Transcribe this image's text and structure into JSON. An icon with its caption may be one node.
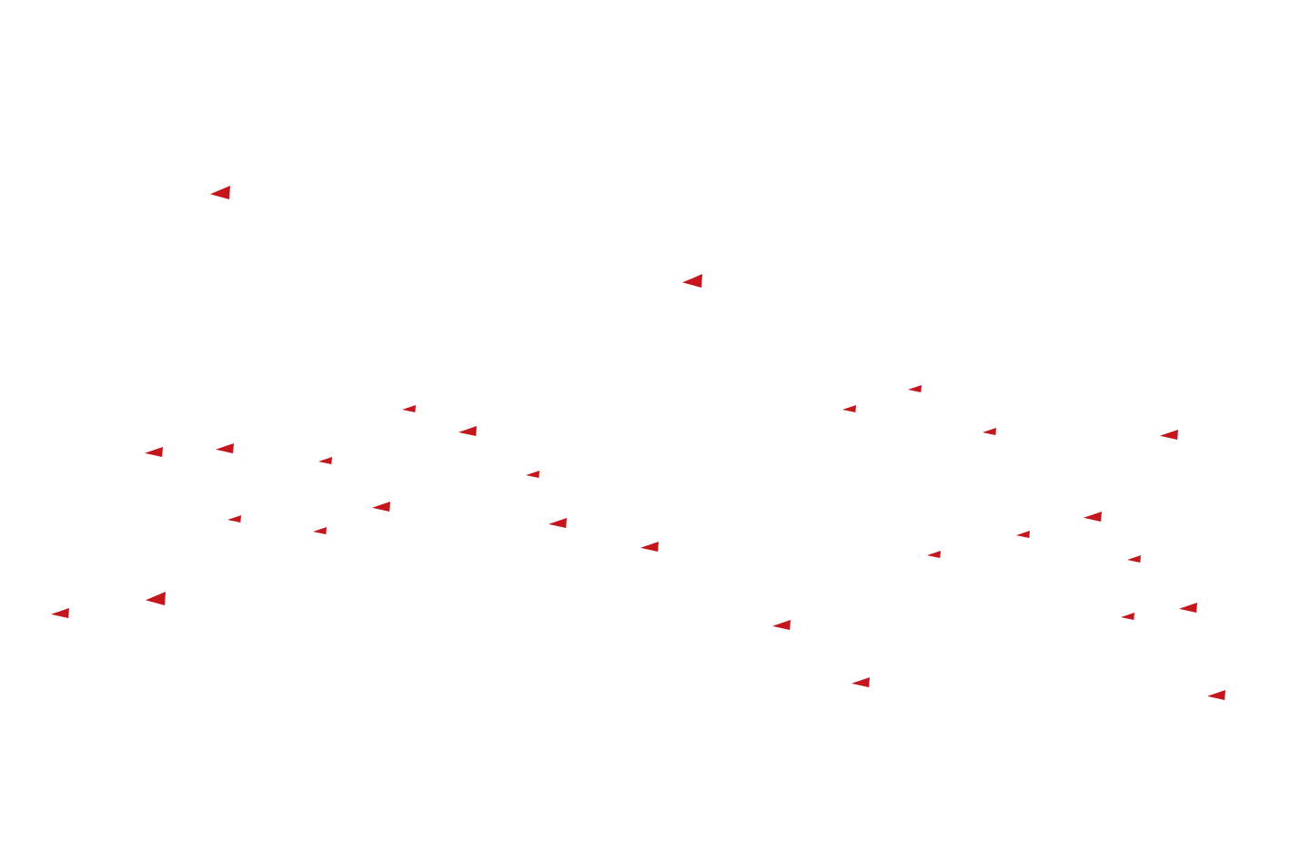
{
  "diagram": {
    "nodes": [
      {
        "text": [],
        "shape": "triangle"
      },
      {
        "text": [],
        "shape": "triangle"
      },
      {
        "text": [],
        "shape": "triangle"
      },
      {
        "text": [],
        "shape": "triangle"
      },
      {
        "text": [],
        "shape": "triangle"
      },
      {
        "text": [],
        "shape": "triangle"
      },
      {
        "text": [],
        "shape": "triangle"
      },
      {
        "text": [],
        "shape": "triangle"
      },
      {
        "text": [],
        "shape": "triangle"
      },
      {
        "text": [],
        "shape": "triangle"
      },
      {
        "text": [],
        "shape": "triangle"
      },
      {
        "text": [],
        "shape": "triangle"
      },
      {
        "text": [],
        "shape": "triangle"
      },
      {
        "text": [],
        "shape": "triangle"
      },
      {
        "text": [],
        "shape": "triangle"
      },
      {
        "text": [],
        "shape": "triangle"
      },
      {
        "text": [],
        "shape": "triangle"
      },
      {
        "text": [],
        "shape": "triangle"
      },
      {
        "text": [],
        "shape": "triangle"
      },
      {
        "text": [],
        "shape": "triangle"
      },
      {
        "text": [],
        "shape": "triangle"
      },
      {
        "text": [],
        "shape": "triangle"
      },
      {
        "text": [],
        "shape": "triangle"
      },
      {
        "text": [],
        "shape": "triangle"
      },
      {
        "text": [],
        "shape": "triangle"
      },
      {
        "text": [],
        "shape": "triangle"
      },
      {
        "text": [],
        "shape": "triangle"
      },
      {
        "text": [],
        "shape": "triangle"
      }
    ]
  }
}
